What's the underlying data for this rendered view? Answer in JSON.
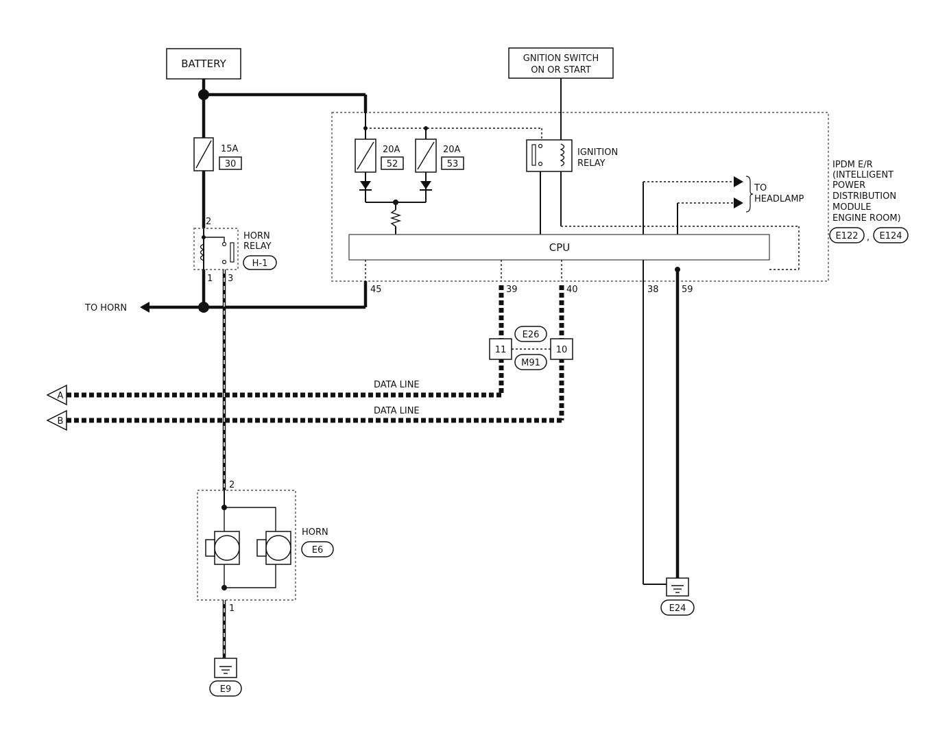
{
  "labels": {
    "battery": "BATTERY",
    "ign_line1": "GNITION SWITCH",
    "ign_line2": "ON OR START",
    "fuse_30_amp": "15A",
    "fuse_30_num": "30",
    "fuse_52_amp": "20A",
    "fuse_52_num": "52",
    "fuse_53_amp": "20A",
    "fuse_53_num": "53",
    "ign_relay_1": "IGNITION",
    "ign_relay_2": "RELAY",
    "to_headlamp_1": "TO",
    "to_headlamp_2": "HEADLAMP",
    "ipdm_1": "IPDM E/R",
    "ipdm_2": "(INTELLIGENT",
    "ipdm_3": "POWER",
    "ipdm_4": "DISTRIBUTION",
    "ipdm_5": "MODULE",
    "ipdm_6": "ENGINE ROOM)",
    "conn_e122": "E122",
    "conn_sep": ",",
    "conn_e124": "E124",
    "cpu": "CPU",
    "horn_relay_1": "HORN",
    "horn_relay_2": "RELAY",
    "horn_relay_conn": "H-1",
    "pin_2_relay": "2",
    "pin_1_relay": "1",
    "pin_3_relay": "3",
    "to_horn": "TO HORN",
    "pin_45": "45",
    "pin_39": "39",
    "pin_40": "40",
    "pin_38": "38",
    "pin_59": "59",
    "conn_e26": "E26",
    "conn_m91": "M91",
    "jc_11": "11",
    "jc_10": "10",
    "data_line_a": "DATA LINE",
    "data_line_b": "DATA LINE",
    "arrow_a": "A",
    "arrow_b": "B",
    "horn": "HORN",
    "horn_conn": "E6",
    "pin_2_horn": "2",
    "pin_1_horn": "1",
    "ground_e9": "E9",
    "ground_e24": "E24"
  },
  "colors": {
    "line": "#111111",
    "background": "#ffffff",
    "dashed": "#555555"
  }
}
